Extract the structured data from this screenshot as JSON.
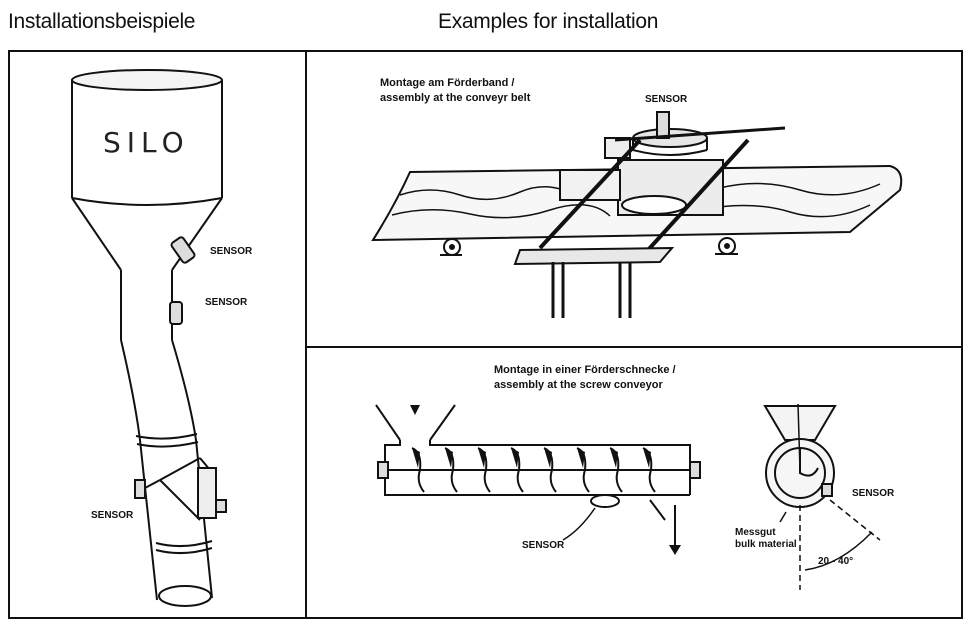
{
  "headers": {
    "german": "Installationsbeispiele",
    "english": "Examples for installation"
  },
  "silo_panel": {
    "silo_label": "SILO",
    "sensor_labels": [
      "SENSOR",
      "SENSOR",
      "SENSOR"
    ]
  },
  "conveyor_belt_panel": {
    "caption_line1": "Montage am  Förderband /",
    "caption_line2": "assembly at the conveyr belt",
    "sensor_label": "SENSOR"
  },
  "screw_conveyor_panel": {
    "caption_line1": "Montage in einer Förderschnecke /",
    "caption_line2": "assembly at the screw conveyor",
    "sensor_label_left": "SENSOR",
    "sensor_label_right": "SENSOR",
    "material_de": "Messgut",
    "material_en": "bulk material",
    "angle_label": "20 - 40°"
  }
}
